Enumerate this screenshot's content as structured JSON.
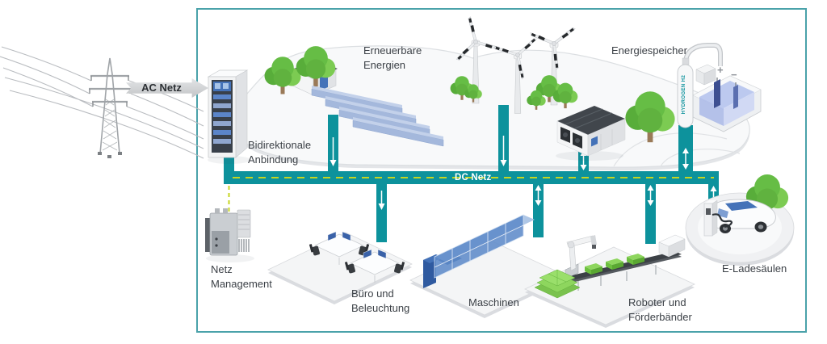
{
  "ac_grid": {
    "label": "AC Netz"
  },
  "dc_bus": {
    "label": "DC Netz"
  },
  "components": {
    "bidirectional_link": {
      "label_1": "Bidirektionale",
      "label_2": "Anbindung"
    },
    "renewables": {
      "label_1": "Erneuerbare",
      "label_2": "Energien"
    },
    "energy_storage": {
      "label": "Energiespeicher"
    },
    "hydrogen": {
      "tank_label": "HYDROGEN H2",
      "electrode_plus": "+",
      "electrode_minus": "−"
    },
    "grid_management": {
      "label_1": "Netz",
      "label_2": "Management"
    },
    "office": {
      "label_1": "Büro und",
      "label_2": "Beleuchtung"
    },
    "machines": {
      "label": "Maschinen"
    },
    "robots": {
      "label_1": "Roboter und",
      "label_2": "Förderbänder"
    },
    "ev_charging": {
      "label": "E-Ladesäulen"
    }
  },
  "colors": {
    "dc_teal": "#0d929c",
    "control_dash_yellow": "#c6d420",
    "frame_teal": "#4aa2aa",
    "tree_green": "#66bd45",
    "solar_panel_blue": "#a4b8dc",
    "machine_blue": "#5f8bc9",
    "label_text": "#3c4147"
  }
}
